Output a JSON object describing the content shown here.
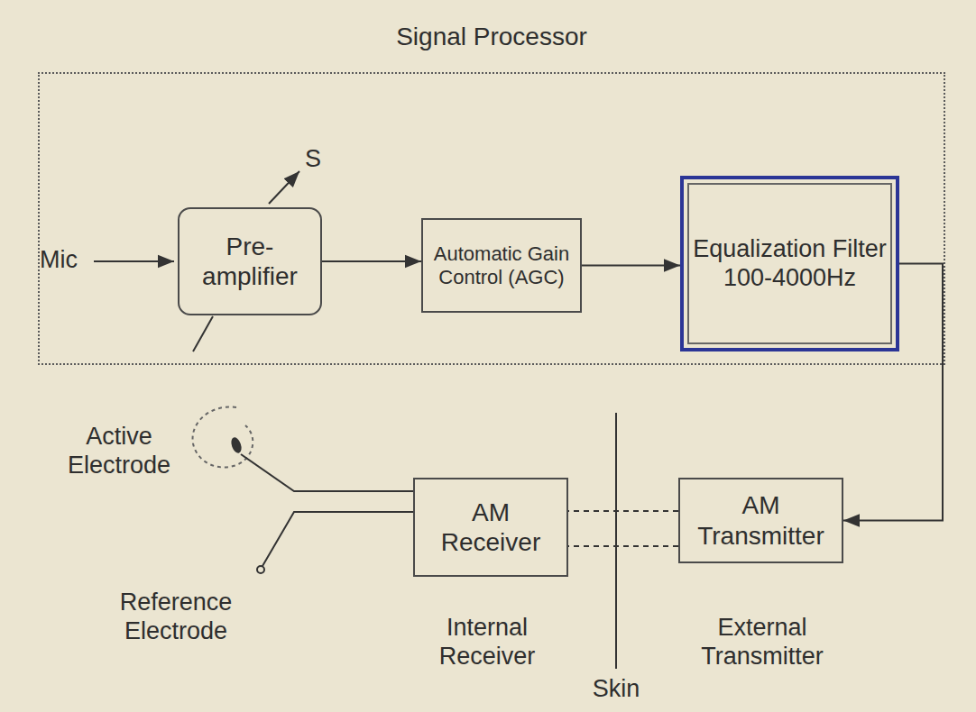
{
  "diagram": {
    "nodes": [
      {
        "text": [
          "Signal Processor"
        ]
      },
      {
        "text": [
          "Pre- amplifier"
        ],
        "in": 0
      },
      {
        "text": [
          "Automatic Gain Control (AGC)"
        ],
        "in": 0
      },
      {
        "text": [
          "Equalization Filter 100-4000Hz"
        ],
        "in": 0
      },
      {
        "text": [
          "AM Transmitter"
        ]
      },
      {
        "text": [
          "AM Receiver"
        ]
      }
    ],
    "edges": [
      {
        "from": 1,
        "to": 2,
        "arrow": "to"
      },
      {
        "from": 2,
        "to": 3,
        "arrow": "to"
      },
      {
        "from": 3,
        "to": 4,
        "arrow": "to"
      },
      {
        "from": 4,
        "to": 5,
        "arrow": "none"
      }
    ],
    "labels": [
      "Mic",
      "S",
      "Active Electrode",
      "Reference Electrode",
      "Internal Receiver",
      "Skin",
      "External Transmitter"
    ]
  }
}
